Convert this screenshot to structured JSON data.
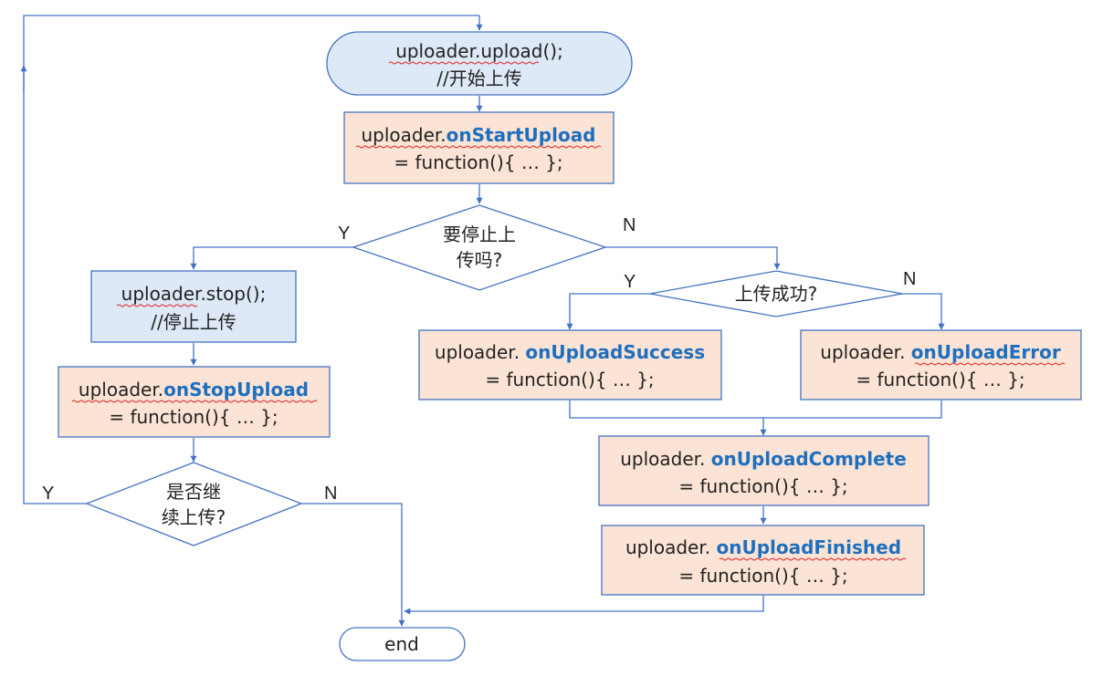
{
  "colors": {
    "connector": "#4472c4",
    "start_fill": "#dde9f6",
    "process_fill": "#fbe4d5",
    "action_fill": "#dde9f6",
    "decision_fill": "#ffffff",
    "highlight_text": "#1f6fbf",
    "spellcheck_underline": "#e02020"
  },
  "nodes": {
    "start": {
      "line1": "uploader.upload();",
      "line2": "//开始上传"
    },
    "on_start_upload": {
      "prefix": "uploader.",
      "event": "onStartUpload",
      "line2": "= function(){ … };"
    },
    "decision_stop": {
      "line1": "要停止上",
      "line2": "传吗?"
    },
    "stop_call": {
      "line1": "uploader.stop();",
      "line2": "//停止上传"
    },
    "on_stop_upload": {
      "prefix": "uploader.",
      "event": "onStopUpload",
      "line2": "= function(){ … };"
    },
    "decision_continue": {
      "line1": "是否继",
      "line2": "续上传?"
    },
    "decision_success": {
      "line1": "上传成功?"
    },
    "on_upload_success": {
      "prefix": "uploader. ",
      "event": "onUploadSuccess",
      "line2": "= function(){ … };"
    },
    "on_upload_error": {
      "prefix": "uploader. ",
      "event": "onUploadError",
      "line2": "= function(){ … };"
    },
    "on_upload_complete": {
      "prefix": "uploader. ",
      "event": "onUploadComplete",
      "line2": "= function(){ … };"
    },
    "on_upload_finished": {
      "prefix": "uploader. ",
      "event": "onUploadFinished",
      "line2": "= function(){ … };"
    },
    "end": {
      "label": "end"
    }
  },
  "edge_labels": {
    "stop_yes": "Y",
    "stop_no": "N",
    "success_yes": "Y",
    "success_no": "N",
    "continue_yes": "Y",
    "continue_no": "N"
  }
}
